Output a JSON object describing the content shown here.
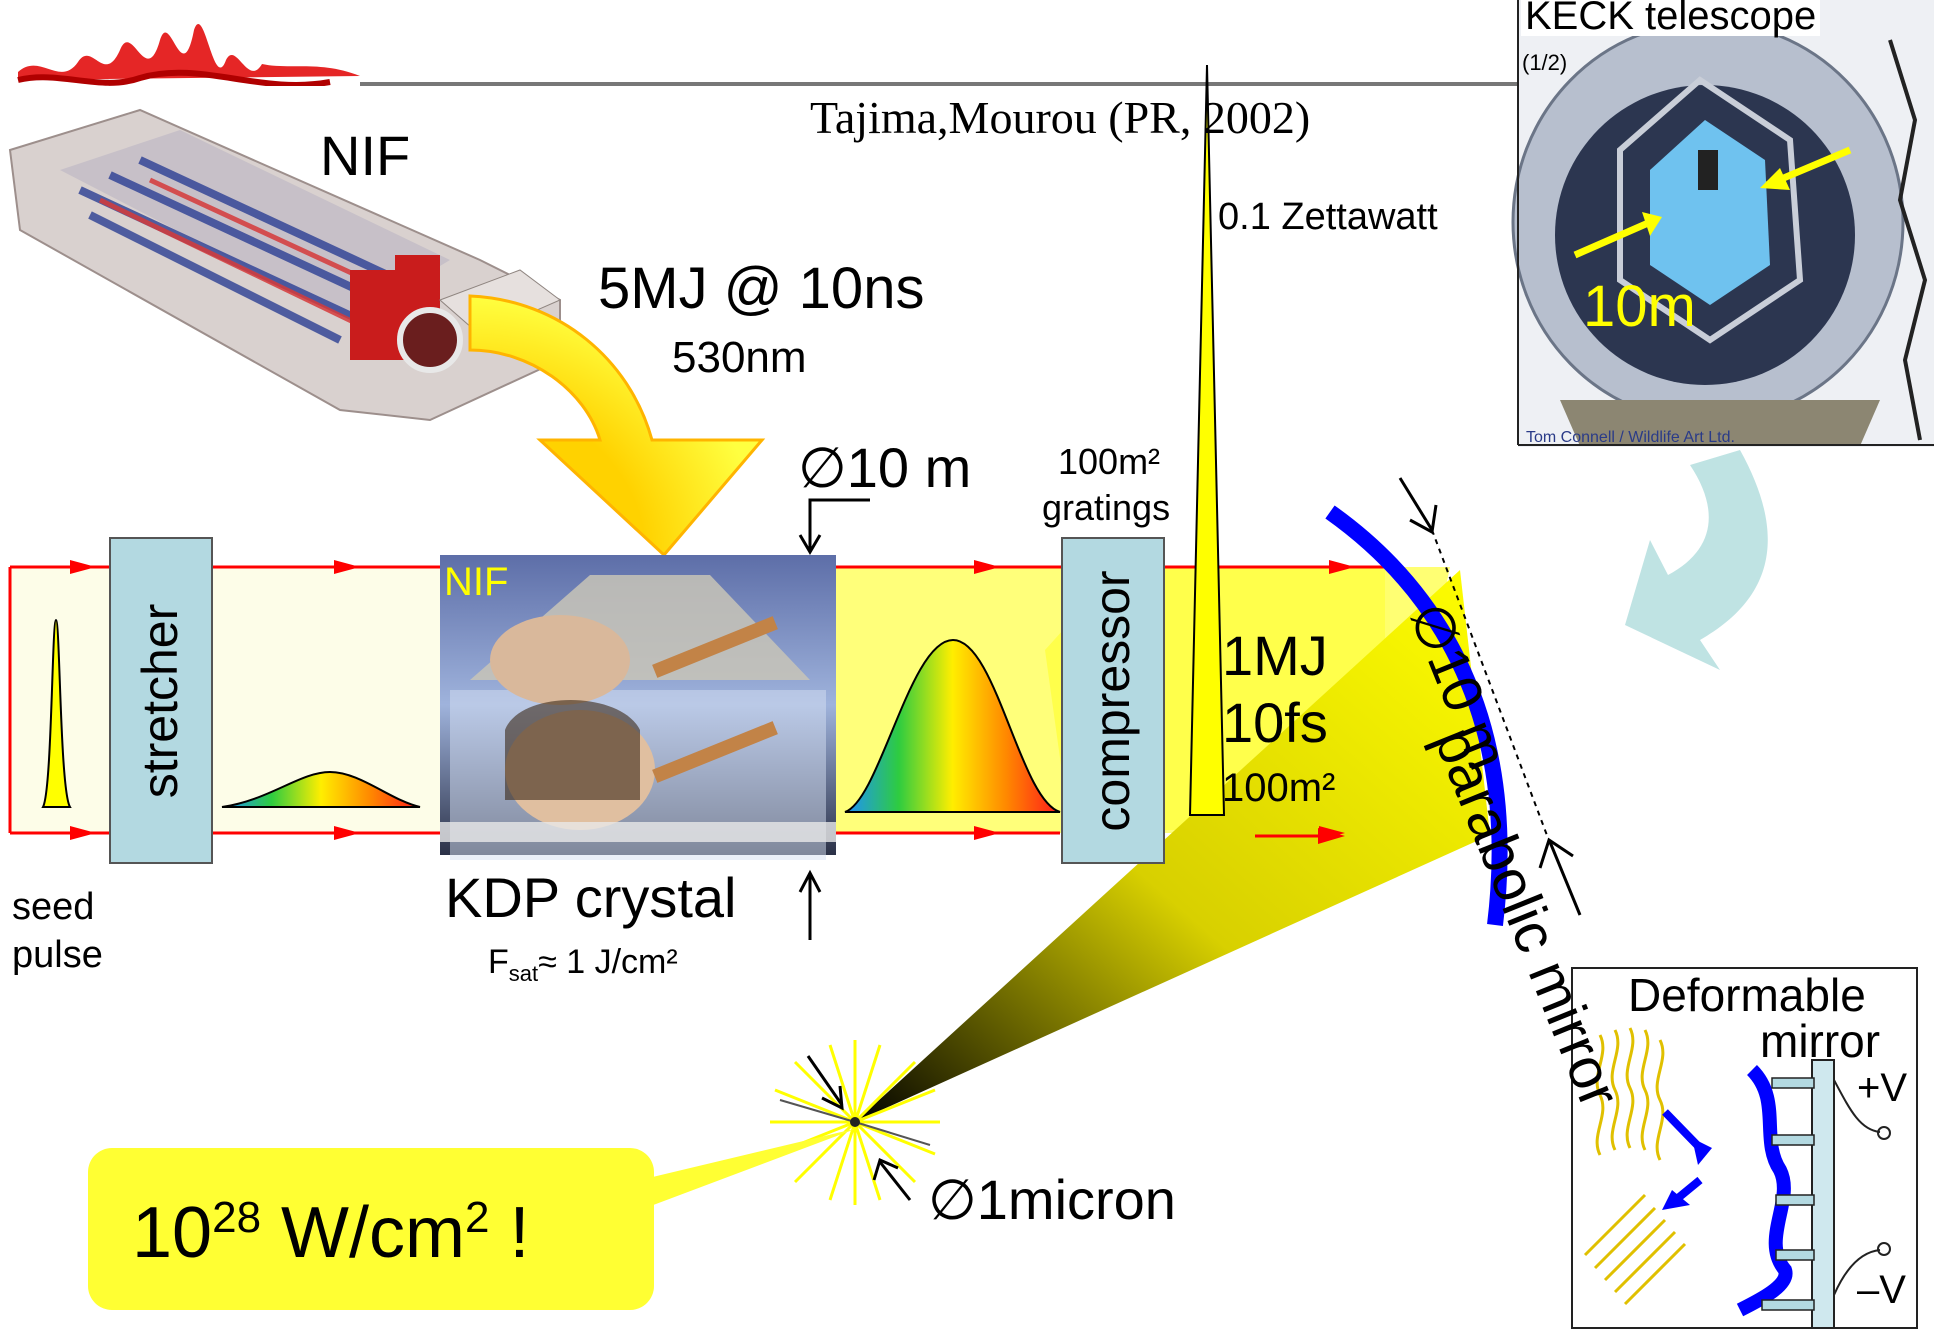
{
  "citation": "Tajima,Mourou (PR, 2002)",
  "nif": {
    "label": "NIF",
    "energy": "5MJ @ 10ns",
    "wavelength": "530nm"
  },
  "keck": {
    "title": "KECK telescope",
    "fraction": "(1/2)",
    "size": "10m",
    "credit": "Tom Connell / Wildlife Art Ltd."
  },
  "beam": {
    "power": "0.1 Zettawatt",
    "diameter": "∅10 m",
    "gratings_area": "100m²",
    "gratings_label": "gratings",
    "energy": "1MJ",
    "duration": "10fs",
    "area": "100m²"
  },
  "components": {
    "stretcher": "stretcher",
    "compressor": "compressor",
    "seed_line1": "seed",
    "seed_line2": "pulse",
    "crystal_label": "NIF",
    "crystal": "KDP crystal",
    "fsat_symbol": "F",
    "fsat_sub": "sat",
    "fsat_value": "≈ 1 J/cm²"
  },
  "mirror": {
    "label": "parabolic mirror",
    "diameter": "∅10 m"
  },
  "focus": {
    "spot": "∅1micron",
    "intensity_base": "10",
    "intensity_exp": "28",
    "intensity_unit": " W/cm",
    "intensity_unit_exp": "2",
    "intensity_tail": " !"
  },
  "deformable": {
    "title_line1": "Deformable",
    "title_line2": "mirror",
    "plus_v": "+V",
    "minus_v": "–V"
  },
  "colors": {
    "beam_red": "#ff0000",
    "beam_fill": "#ffffcc",
    "yellow": "#ffff00",
    "box_fill": "#b3d9e1",
    "mirror_blue": "#0000ff",
    "keck_arrow": "#bfe3e3",
    "callout": "#ffff33"
  }
}
